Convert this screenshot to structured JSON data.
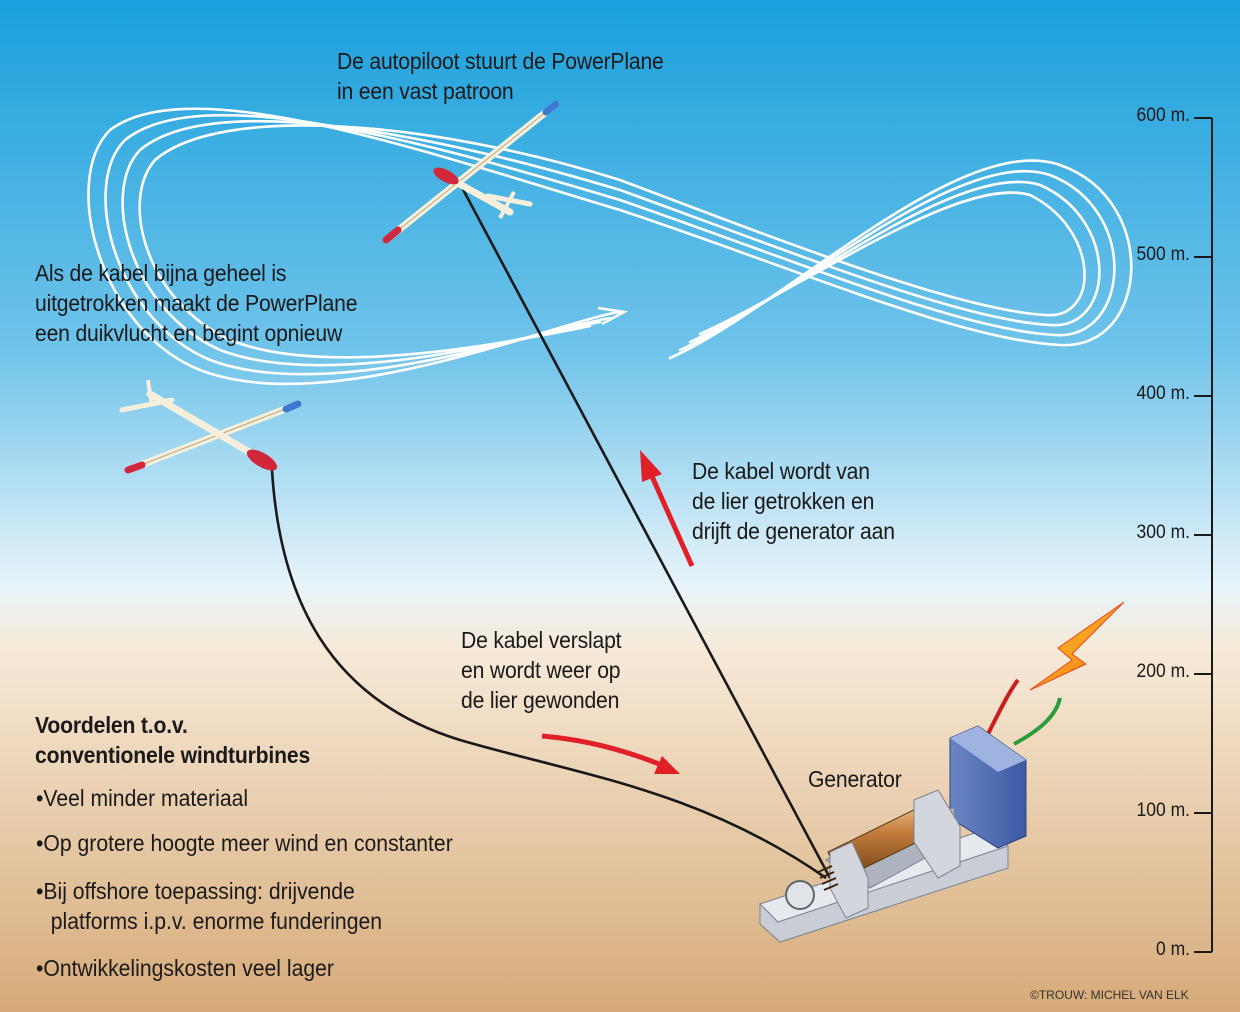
{
  "labels": {
    "autopilot": [
      "De autopiloot stuurt de PowerPlane",
      "in een vast patroon"
    ],
    "dive": [
      "Als de kabel bijna geheel is",
      "uitgetrokken maakt de PowerPlane",
      "een duikvlucht en begint opnieuw"
    ],
    "pulled": [
      "De kabel wordt van",
      "de lier getrokken en",
      "drijft de generator aan"
    ],
    "slack": [
      "De kabel verslapt",
      "en wordt weer op",
      "de lier gewonden"
    ],
    "generator": "Generator"
  },
  "benefits": {
    "title": [
      "Voordelen t.o.v.",
      "conventionele windturbines"
    ],
    "items": [
      [
        "Veel minder materiaal"
      ],
      [
        "Op grotere hoogte meer wind en constanter"
      ],
      [
        "Bij offshore toepassing: drijvende",
        "platforms i.p.v. enorme funderingen"
      ],
      [
        "Ontwikkelingskosten veel lager"
      ]
    ]
  },
  "height_scale": {
    "ticks": [
      "600 m.",
      "500 m.",
      "400 m.",
      "300 m.",
      "200 m.",
      "100 m.",
      "0 m."
    ]
  },
  "credit": "©TROUW: MICHEL VAN ELK",
  "colors": {
    "sky_top": "#1aa0dc",
    "sky_bottom": "#e8f4fa",
    "ground_top": "#f1ddc5",
    "ground_bottom": "#d6aa78",
    "arrow_red": "#e01f26",
    "cable": "#1a1a1a"
  }
}
